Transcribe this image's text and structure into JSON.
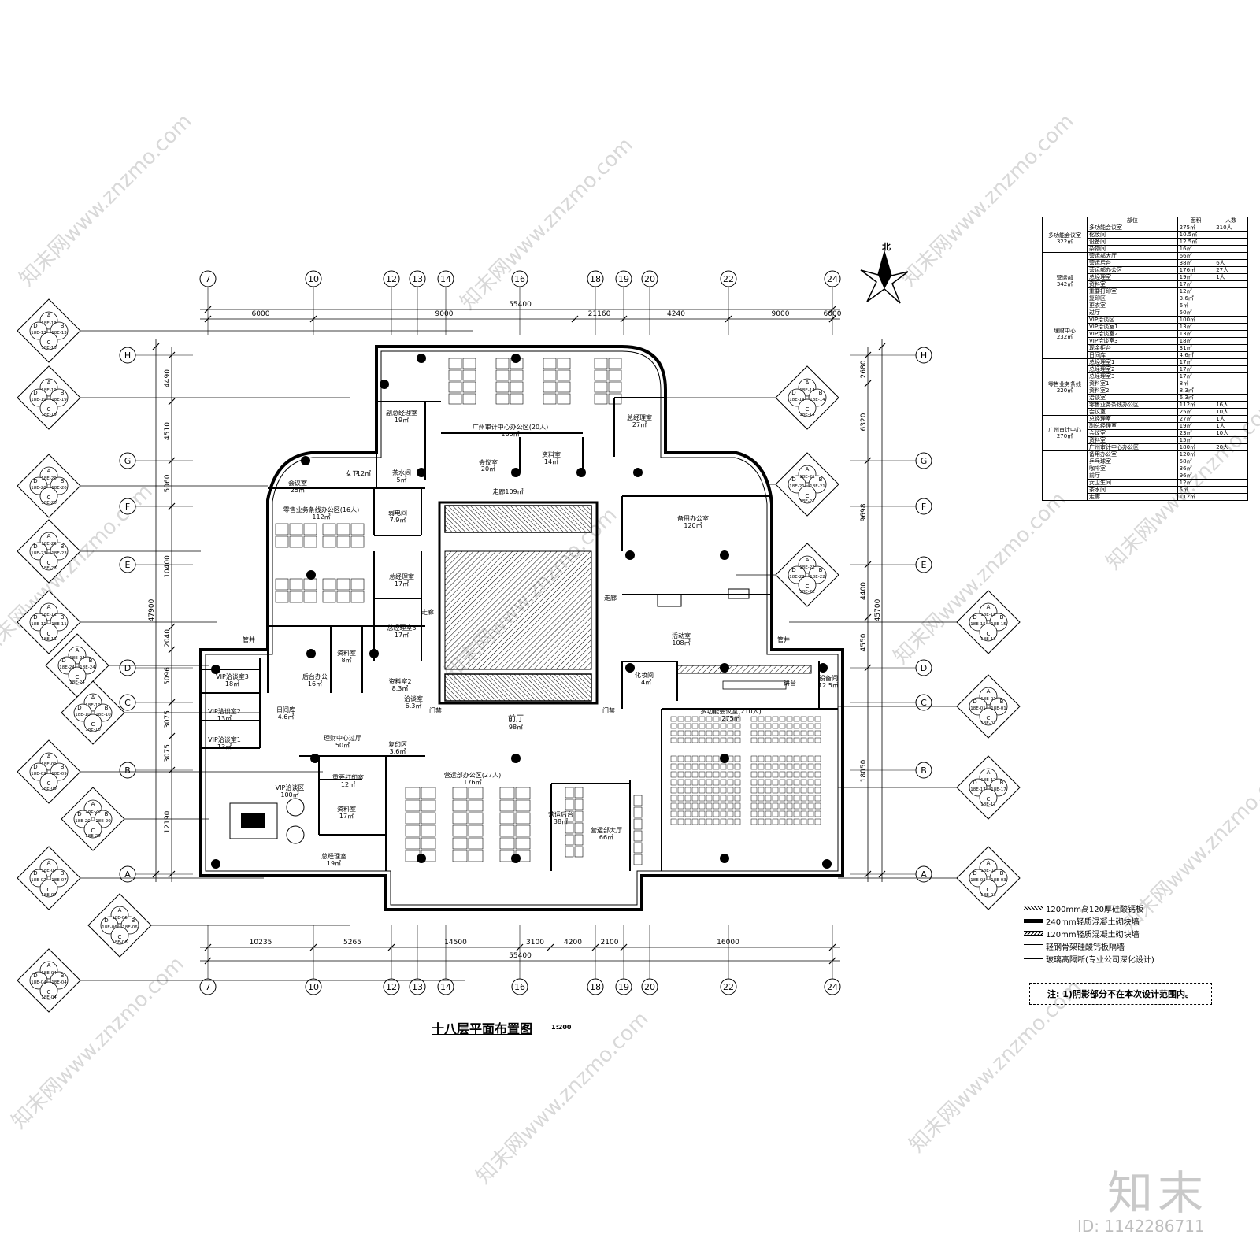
{
  "drawing": {
    "title": "十八层平面布置图",
    "scale": "1:200",
    "north": "北",
    "note": "注: 1)阴影部分不在本次设计范围内。"
  },
  "grid": {
    "top_axes": [
      "7",
      "10",
      "12",
      "13",
      "14",
      "16",
      "18",
      "19",
      "20",
      "22",
      "24"
    ],
    "bottom_axes": [
      "7",
      "10",
      "12",
      "13",
      "14",
      "16",
      "18",
      "19",
      "20",
      "22",
      "24"
    ],
    "left_axes": [
      "H",
      "G",
      "F",
      "E",
      "D",
      "C",
      "B",
      "A"
    ],
    "right_axes": [
      "H",
      "G",
      "F",
      "E",
      "D",
      "C",
      "B",
      "A"
    ],
    "top_dims": [
      "6000",
      "9000",
      "21160",
      "4240",
      "9000",
      "6000"
    ],
    "top_total": "55400",
    "bottom_dims": [
      "10235",
      "5265",
      "14500",
      "3100",
      "4200",
      "2100",
      "16000"
    ],
    "bottom_total": "55400",
    "left_dims": [
      "4490",
      "4510",
      "5060",
      "10400",
      "2040",
      "5096",
      "3075",
      "3075",
      "12190"
    ],
    "left_total": "47900",
    "right_dims": [
      "2680",
      "6320",
      "9698",
      "4400",
      "4550",
      "18050"
    ],
    "right_total": "45700"
  },
  "rooms": {
    "r1": "广州审计中心办公区(20人)",
    "r1a": "160㎡",
    "r2": "副总经理室",
    "r2a": "19㎡",
    "r3": "会议室",
    "r3a": "20㎡",
    "r4": "资料室",
    "r4a": "14㎡",
    "r5": "总经理室",
    "r5a": "27㎡",
    "r6": "会议室",
    "r6a": "25㎡",
    "r7": "女卫",
    "r7a": "12㎡",
    "r8": "茶水间",
    "r8a": "5㎡",
    "r9": "零售业务条线办公区(16人)",
    "r9a": "112㎡",
    "r10": "弱电间",
    "r10a": "7.9㎡",
    "r11": "走廊109㎡",
    "r12": "备用办公室",
    "r12a": "120㎡",
    "r13": "总经理室",
    "r13a": "17㎡",
    "r14": "总经理室3",
    "r14a": "17㎡",
    "r15": "资料室",
    "r15a": "8㎡",
    "r16": "资料室2",
    "r16a": "8.3㎡",
    "r17": "后台办公",
    "r17a": "16㎡",
    "r18": "活动室",
    "r18a": "108㎡",
    "r19": "化妆间",
    "r19a": "14㎡",
    "r20": "讲台",
    "r21": "设备间",
    "r21a": "12.5㎡",
    "r22": "多功能会议室(210人)",
    "r22a": "275㎡",
    "r23": "前厅",
    "r23a": "98㎡",
    "r24": "VIP洽谈室3",
    "r24a": "18㎡",
    "r25": "VIP洽谈室2",
    "r25a": "13㎡",
    "r26": "VIP洽谈室1",
    "r26a": "13㎡",
    "r27": "日间库",
    "r27a": "4.6㎡",
    "r28": "理财中心过厅",
    "r28a": "50㎡",
    "r29": "复印区",
    "r29a": "3.6㎡",
    "r30": "重要打印室",
    "r30a": "12㎡",
    "r31": "营运部办公区(27人)",
    "r31a": "176㎡",
    "r32": "VIP洽谈区",
    "r32a": "100㎡",
    "r33": "资料室",
    "r33a": "17㎡",
    "r34": "总经理室",
    "r34a": "19㎡",
    "r35": "营运部大厅",
    "r35a": "66㎡",
    "r36": "营运后台",
    "r36a": "38㎡",
    "r37": "走廊",
    "r38": "洽谈室",
    "r38a": "6.3㎡",
    "r39": "门禁",
    "r40": "管井"
  },
  "area_table": {
    "headers": [
      "",
      "部位",
      "面积",
      "人数"
    ],
    "groups": [
      {
        "name": "多功能会议室",
        "area": "322㎡",
        "rows": [
          [
            "多功能会议室",
            "275㎡",
            "210人"
          ],
          [
            "化妆间",
            "10.5㎡",
            ""
          ],
          [
            "设备间",
            "12.5㎡",
            ""
          ],
          [
            "杂物间",
            "16㎡",
            ""
          ]
        ]
      },
      {
        "name": "营运部",
        "area": "342㎡",
        "rows": [
          [
            "营运部大厅",
            "66㎡",
            ""
          ],
          [
            "营运后台",
            "38㎡",
            "6人"
          ],
          [
            "营运部办公区",
            "176㎡",
            "27人"
          ],
          [
            "总经理室",
            "19㎡",
            "1人"
          ],
          [
            "资料室",
            "17㎡",
            ""
          ],
          [
            "重要打印室",
            "12㎡",
            ""
          ],
          [
            "复印区",
            "3.6㎡",
            ""
          ],
          [
            "更衣室",
            "6㎡",
            ""
          ]
        ]
      },
      {
        "name": "理财中心",
        "area": "232㎡",
        "rows": [
          [
            "过厅",
            "50㎡",
            ""
          ],
          [
            "VIP洽谈区",
            "100㎡",
            ""
          ],
          [
            "VIP洽谈室1",
            "13㎡",
            ""
          ],
          [
            "VIP洽谈室2",
            "13㎡",
            ""
          ],
          [
            "VIP洽谈室3",
            "18㎡",
            ""
          ],
          [
            "现金柜台",
            "31㎡",
            ""
          ],
          [
            "日间库",
            "4.6㎡",
            ""
          ]
        ]
      },
      {
        "name": "零售业务条线",
        "area": "220㎡",
        "rows": [
          [
            "总经理室1",
            "17㎡",
            ""
          ],
          [
            "总经理室2",
            "17㎡",
            ""
          ],
          [
            "总经理室3",
            "17㎡",
            ""
          ],
          [
            "资料室1",
            "8㎡",
            ""
          ],
          [
            "资料室2",
            "8.3㎡",
            ""
          ],
          [
            "洽谈室",
            "6.3㎡",
            ""
          ],
          [
            "零售业务条线办公区",
            "112㎡",
            "16人"
          ],
          [
            "会议室",
            "25㎡",
            "10人"
          ]
        ]
      },
      {
        "name": "广州审计中心",
        "area": "270㎡",
        "rows": [
          [
            "总经理室",
            "27㎡",
            "1人"
          ],
          [
            "副总经理室",
            "19㎡",
            "1人"
          ],
          [
            "会议室",
            "23㎡",
            "10人"
          ],
          [
            "资料室",
            "15㎡",
            ""
          ],
          [
            "广州审计中心办公区",
            "180㎡",
            "20人"
          ]
        ]
      },
      {
        "name": "",
        "area": "",
        "rows": [
          [
            "备用办公室",
            "120㎡",
            ""
          ],
          [
            "乒乓球室",
            "58㎡",
            ""
          ],
          [
            "咖啡室",
            "36㎡",
            ""
          ],
          [
            "前厅",
            "96㎡",
            ""
          ],
          [
            "女卫生间",
            "12㎡",
            ""
          ],
          [
            "茶水间",
            "5㎡",
            ""
          ],
          [
            "走廊",
            "112㎡",
            ""
          ]
        ]
      }
    ]
  },
  "legend": [
    {
      "swatch": "hatch",
      "label": "1200mm高120厚硅酸钙板"
    },
    {
      "swatch": "thick",
      "label": "240mm轻质混凝土砌块墙"
    },
    {
      "swatch": "mid",
      "label": "120mm轻质混凝土砌块墙"
    },
    {
      "swatch": "thin",
      "label": "轻钢骨架硅酸钙板隔墙"
    },
    {
      "swatch": "line",
      "label": "玻璃高隔断(专业公司深化设计)"
    }
  ],
  "index_labels": {
    "left": [
      "18E-13",
      "18E-19",
      "18E-20",
      "18E-23",
      "18E-11",
      "18E-24",
      "18E-10",
      "18E-09",
      "18E-20",
      "18E-07",
      "18E-06",
      "18E-04"
    ],
    "right": [
      "18E-14",
      "18E-21",
      "18E-22",
      "18E-15",
      "18E-01",
      "18E-17",
      "18E-03"
    ]
  },
  "watermark": {
    "site": "知末网www.znzmo.com",
    "brand": "知末",
    "image_id": "ID: 1142286711"
  }
}
